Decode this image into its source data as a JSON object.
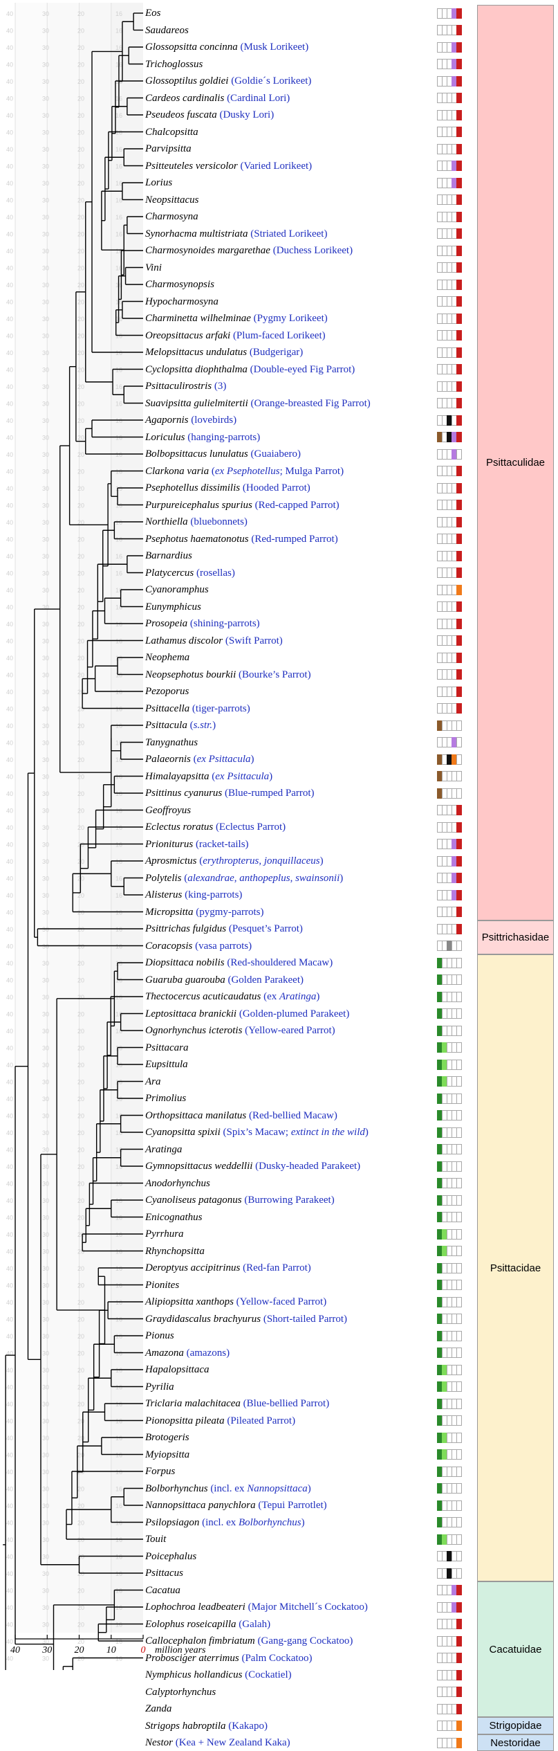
{
  "axis": {
    "unit_label": "million years",
    "ticks": [
      "40",
      "30",
      "20",
      "10",
      "0"
    ],
    "age_column_labels": [
      "40",
      "30",
      "20",
      "16"
    ]
  },
  "colors": {
    "common_name": "#1f2fbf",
    "psittaculidae_bg": "#ffc8c8",
    "psittrichasidae_bg": "#ffd8d8",
    "psittacidae_bg": "#fdf1cc",
    "cacatuidae_bg": "#d3f0e0",
    "strigopidae_bg": "#cde1f4",
    "nestoridae_bg": "#cde1f4",
    "red": "#c81e1e",
    "purple": "#b57be0",
    "green": "#2a8a2a",
    "light_green": "#7fdc5a",
    "black": "#111111",
    "brown": "#8b5a2b",
    "orange": "#f07a1a",
    "grey": "#888888"
  },
  "taxa": [
    {
      "sci": "Eos",
      "common": ""
    },
    {
      "sci": "Saudareos",
      "common": ""
    },
    {
      "sci": "Glossopsitta concinna",
      "common": "(Musk Lorikeet)"
    },
    {
      "sci": "Trichoglossus",
      "common": ""
    },
    {
      "sci": "Glossoptilus goldiei",
      "common": "(Goldie´s Lorikeet)"
    },
    {
      "sci": "Cardeos cardinalis",
      "common": "(Cardinal Lori)"
    },
    {
      "sci": "Pseudeos fuscata",
      "common": "(Dusky Lori)"
    },
    {
      "sci": "Chalcopsitta",
      "common": ""
    },
    {
      "sci": "Parvipsitta",
      "common": ""
    },
    {
      "sci": "Psitteuteles versicolor",
      "common": "(Varied Lorikeet)"
    },
    {
      "sci": "Lorius",
      "common": ""
    },
    {
      "sci": "Neopsittacus",
      "common": ""
    },
    {
      "sci": "Charmosyna",
      "common": ""
    },
    {
      "sci": "Synorhacma multistriata",
      "common": "(Striated Lorikeet)"
    },
    {
      "sci": "Charmosynoides margarethae",
      "common": "(Duchess Lorikeet)"
    },
    {
      "sci": "Vini",
      "common": ""
    },
    {
      "sci": "Charmosynopsis",
      "common": ""
    },
    {
      "sci": "Hypocharmosyna",
      "common": ""
    },
    {
      "sci": "Charminetta wilhelminae",
      "common": "(Pygmy Lorikeet)"
    },
    {
      "sci": "Oreopsittacus arfaki",
      "common": "(Plum-faced Lorikeet)"
    },
    {
      "sci": "Melopsittacus undulatus",
      "common": "(Budgerigar)"
    },
    {
      "sci": "Cyclopsitta diophthalma",
      "common": "(Double-eyed Fig Parrot)"
    },
    {
      "sci": "Psittaculirostris",
      "common": "(3)"
    },
    {
      "sci": "Suavipsitta gulielmitertii",
      "common": "(Orange-breasted Fig Parrot)"
    },
    {
      "sci": "Agapornis",
      "common": "(lovebirds)"
    },
    {
      "sci": "Loriculus",
      "common": "(hanging-parrots)"
    },
    {
      "sci": "Bolbopsittacus lunulatus",
      "common": "(Guaiabero)"
    },
    {
      "sci": "Clarkona varia",
      "common": "(<i>ex Psephotellus</i>; Mulga Parrot)"
    },
    {
      "sci": "Psephotellus dissimilis",
      "common": "(Hooded Parrot)"
    },
    {
      "sci": "Purpureicephalus spurius",
      "common": "(Red-capped Parrot)"
    },
    {
      "sci": "Northiella",
      "common": "(bluebonnets)"
    },
    {
      "sci": "Psephotus haematonotus",
      "common": "(Red-rumped Parrot)"
    },
    {
      "sci": "Barnardius",
      "common": ""
    },
    {
      "sci": "Platycercus",
      "common": "(rosellas)"
    },
    {
      "sci": "Cyanoramphus",
      "common": ""
    },
    {
      "sci": "Eunymphicus",
      "common": ""
    },
    {
      "sci": "Prosopeia",
      "common": "(shining-parrots)"
    },
    {
      "sci": "Lathamus discolor",
      "common": "(Swift Parrot)"
    },
    {
      "sci": "Neophema",
      "common": ""
    },
    {
      "sci": "Neopsephotus bourkii",
      "common": "(Bourke’s Parrot)"
    },
    {
      "sci": "Pezoporus",
      "common": ""
    },
    {
      "sci": "Psittacella",
      "common": "(tiger-parrots)"
    },
    {
      "sci": "Psittacula",
      "common": "(<i>s.str.</i>)"
    },
    {
      "sci": "Tanygnathus",
      "common": ""
    },
    {
      "sci": "Palaeornis",
      "common": "(<i>ex Psittacula</i>)"
    },
    {
      "sci": "Himalayapsitta",
      "common": "(<i>ex Psittacula</i>)"
    },
    {
      "sci": "Psittinus cyanurus",
      "common": "(Blue-rumped Parrot)"
    },
    {
      "sci": "Geoffroyus",
      "common": ""
    },
    {
      "sci": "Eclectus roratus",
      "common": "(Eclectus Parrot)"
    },
    {
      "sci": "Prioniturus",
      "common": "(racket-tails)"
    },
    {
      "sci": "Aprosmictus",
      "common": "(<i>erythropterus</i>, <i>jonquillaceus</i>)"
    },
    {
      "sci": "Polytelis",
      "common": "(<i>alexandrae</i>, <i>anthopeplus</i>, <i>swainsonii</i>)"
    },
    {
      "sci": "Alisterus",
      "common": "(king-parrots)"
    },
    {
      "sci": "Micropsitta",
      "common": "(pygmy-parrots)"
    },
    {
      "sci": "Psittrichas fulgidus",
      "common": "(Pesquet’s Parrot)"
    },
    {
      "sci": "Coracopsis",
      "common": "(vasa parrots)"
    },
    {
      "sci": "Diopsittaca nobilis",
      "common": "(Red-shouldered Macaw)"
    },
    {
      "sci": "Guaruba guarouba",
      "common": "(Golden Parakeet)"
    },
    {
      "sci": "Thectocercus acuticaudatus",
      "common": "(ex <i>Aratinga</i>)"
    },
    {
      "sci": "Leptosittaca branickii",
      "common": "(Golden-plumed Parakeet)"
    },
    {
      "sci": "Ognorhynchus icterotis",
      "common": "(Yellow-eared Parrot)"
    },
    {
      "sci": "Psittacara",
      "common": ""
    },
    {
      "sci": "Eupsittula",
      "common": ""
    },
    {
      "sci": "Ara",
      "common": ""
    },
    {
      "sci": "Primolius",
      "common": ""
    },
    {
      "sci": "Orthopsittaca manilatus",
      "common": "(Red-bellied Macaw)"
    },
    {
      "sci": "Cyanopsitta spixii",
      "common": "(Spix’s Macaw; <i>extinct in the wild</i>)"
    },
    {
      "sci": "Aratinga",
      "common": ""
    },
    {
      "sci": "Gymnopsittacus weddellii",
      "common": "(Dusky-headed Parakeet)"
    },
    {
      "sci": "Anodorhynchus",
      "common": ""
    },
    {
      "sci": "Cyanoliseus patagonus",
      "common": "(Burrowing Parakeet)"
    },
    {
      "sci": "Enicognathus",
      "common": ""
    },
    {
      "sci": "Pyrrhura",
      "common": ""
    },
    {
      "sci": "Rhynchopsitta",
      "common": ""
    },
    {
      "sci": "Deroptyus accipitrinus",
      "common": "(Red-fan Parrot)"
    },
    {
      "sci": "Pionites",
      "common": ""
    },
    {
      "sci": "Alipiopsitta xanthops",
      "common": "(Yellow-faced Parrot)"
    },
    {
      "sci": "Graydidascalus brachyurus",
      "common": "(Short-tailed Parrot)"
    },
    {
      "sci": "Pionus",
      "common": ""
    },
    {
      "sci": "Amazona",
      "common": "(amazons)"
    },
    {
      "sci": "Hapalopsittaca",
      "common": ""
    },
    {
      "sci": "Pyrilia",
      "common": ""
    },
    {
      "sci": "Triclaria malachitacea",
      "common": "(Blue-bellied Parrot)"
    },
    {
      "sci": "Pionopsitta pileata",
      "common": "(Pileated Parrot)"
    },
    {
      "sci": "Brotogeris",
      "common": ""
    },
    {
      "sci": "Myiopsitta",
      "common": ""
    },
    {
      "sci": "Forpus",
      "common": ""
    },
    {
      "sci": "Bolborhynchus",
      "common": "(incl. ex <i>Nannopsittaca</i>)"
    },
    {
      "sci": "Nannopsittaca panychlora",
      "common": "(Tepui Parrotlet)"
    },
    {
      "sci": "Psilopsiagon",
      "common": "(incl. ex <i>Bolborhynchus</i>)"
    },
    {
      "sci": "Touit",
      "common": ""
    },
    {
      "sci": "Poicephalus",
      "common": ""
    },
    {
      "sci": "Psittacus",
      "common": ""
    },
    {
      "sci": "Cacatua",
      "common": ""
    },
    {
      "sci": "Lophochroa leadbeateri",
      "common": "(Major Mitchell´s Cockatoo)"
    },
    {
      "sci": "Eolophus roseicapilla",
      "common": "(Galah)"
    },
    {
      "sci": "Callocephalon fimbriatum",
      "common": "(Gang-gang Cockatoo)"
    },
    {
      "sci": "Probosciger aterrimus",
      "common": "(Palm Cockatoo)"
    },
    {
      "sci": "Nymphicus hollandicus",
      "common": "(Cockatiel)"
    },
    {
      "sci": "Calyptorhynchus",
      "common": ""
    },
    {
      "sci": "Zanda",
      "common": ""
    },
    {
      "sci": "Strigops habroptila",
      "common": "(Kakapo)"
    },
    {
      "sci": "Nestor",
      "common": "(Kea + New Zealand Kaka)"
    }
  ],
  "families": [
    {
      "name": "Psittaculidae",
      "first": 0,
      "last": 53,
      "color": "#ffc8c8"
    },
    {
      "name": "Psittrichasidae",
      "first": 54,
      "last": 55,
      "color": "#ffd8d8"
    },
    {
      "name": "Psittacidae",
      "first": 56,
      "last": 92,
      "color": "#fdf1cc"
    },
    {
      "name": "Cacatuidae",
      "first": 93,
      "last": 100,
      "color": "#d3f0e0"
    },
    {
      "name": "Strigopidae",
      "first": 101,
      "last": 101,
      "color": "#cde1f4"
    },
    {
      "name": "Nestoridae",
      "first": 102,
      "last": 102,
      "color": "#cde1f4"
    }
  ]
}
